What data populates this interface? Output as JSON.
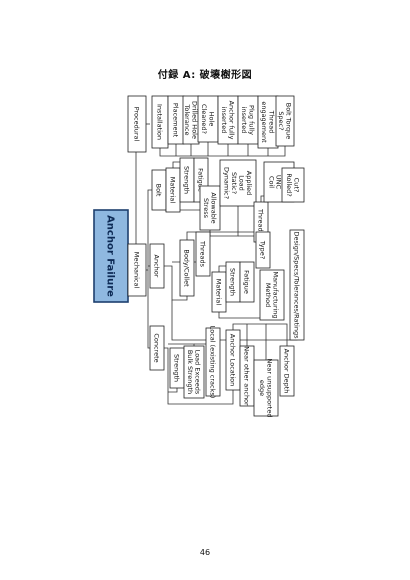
{
  "page": {
    "title": "付録 A: 破壊樹形図",
    "page_number": "46"
  },
  "tree": {
    "root": "Anchor Failure",
    "nodes": {
      "procedural": "Procedural",
      "mechanical": "Mechanical",
      "installation": "Installation",
      "placement": "Placement",
      "drilled_hole_tolerance": [
        "Drilled Hole",
        "Tolerance"
      ],
      "hole_cleaned": [
        "Hole",
        "Cleaned?"
      ],
      "anchor_fully_inserted": [
        "Anchor fully",
        "inserted"
      ],
      "plug_fully_inserted": [
        "Plug fully",
        "inserted"
      ],
      "thread_engagement": [
        "Thread",
        "engagement"
      ],
      "bolt_torque_spec": [
        "Bolt Torque",
        "Spec?"
      ],
      "bolt": "Bolt",
      "material_bolt": "Material",
      "strength_bolt": "Strength",
      "fatigue_bolt": "Fatigue",
      "allowable_stress": [
        "Allowable",
        "Stress"
      ],
      "applied_load": [
        "Applied",
        "Load",
        "Static?",
        "Dynamic?"
      ],
      "threads_bolt": "Threads",
      "thread_type": [
        "Type?",
        "UNC",
        "Coil"
      ],
      "cut_rolled": [
        "Cut?",
        "Rolled?"
      ],
      "anchor": "Anchor",
      "body_collet": "Body/Collet",
      "threads_anchor": "Threads",
      "anchor_type": "Type?",
      "material_anchor": "Material",
      "strength_anchor": "Strength",
      "fatigue_anchor": "Fatigue",
      "manufacturing_method": [
        "Manufacturing",
        "Method"
      ],
      "design_specs": "Design/Specs/Tolerances/Ratings",
      "concrete": "Concrete",
      "strength_concrete": "Strength",
      "load_exceeds": [
        "Load Exceeds",
        "Bulk Strength"
      ],
      "local_cracks": "Local (existing cracks)",
      "anchor_location": "Anchor Location",
      "near_other_anchor": "Near other anchor",
      "near_unsupported_edge": [
        "Near unsupported",
        "edge"
      ],
      "anchor_depth": "Anchor Depth"
    }
  }
}
